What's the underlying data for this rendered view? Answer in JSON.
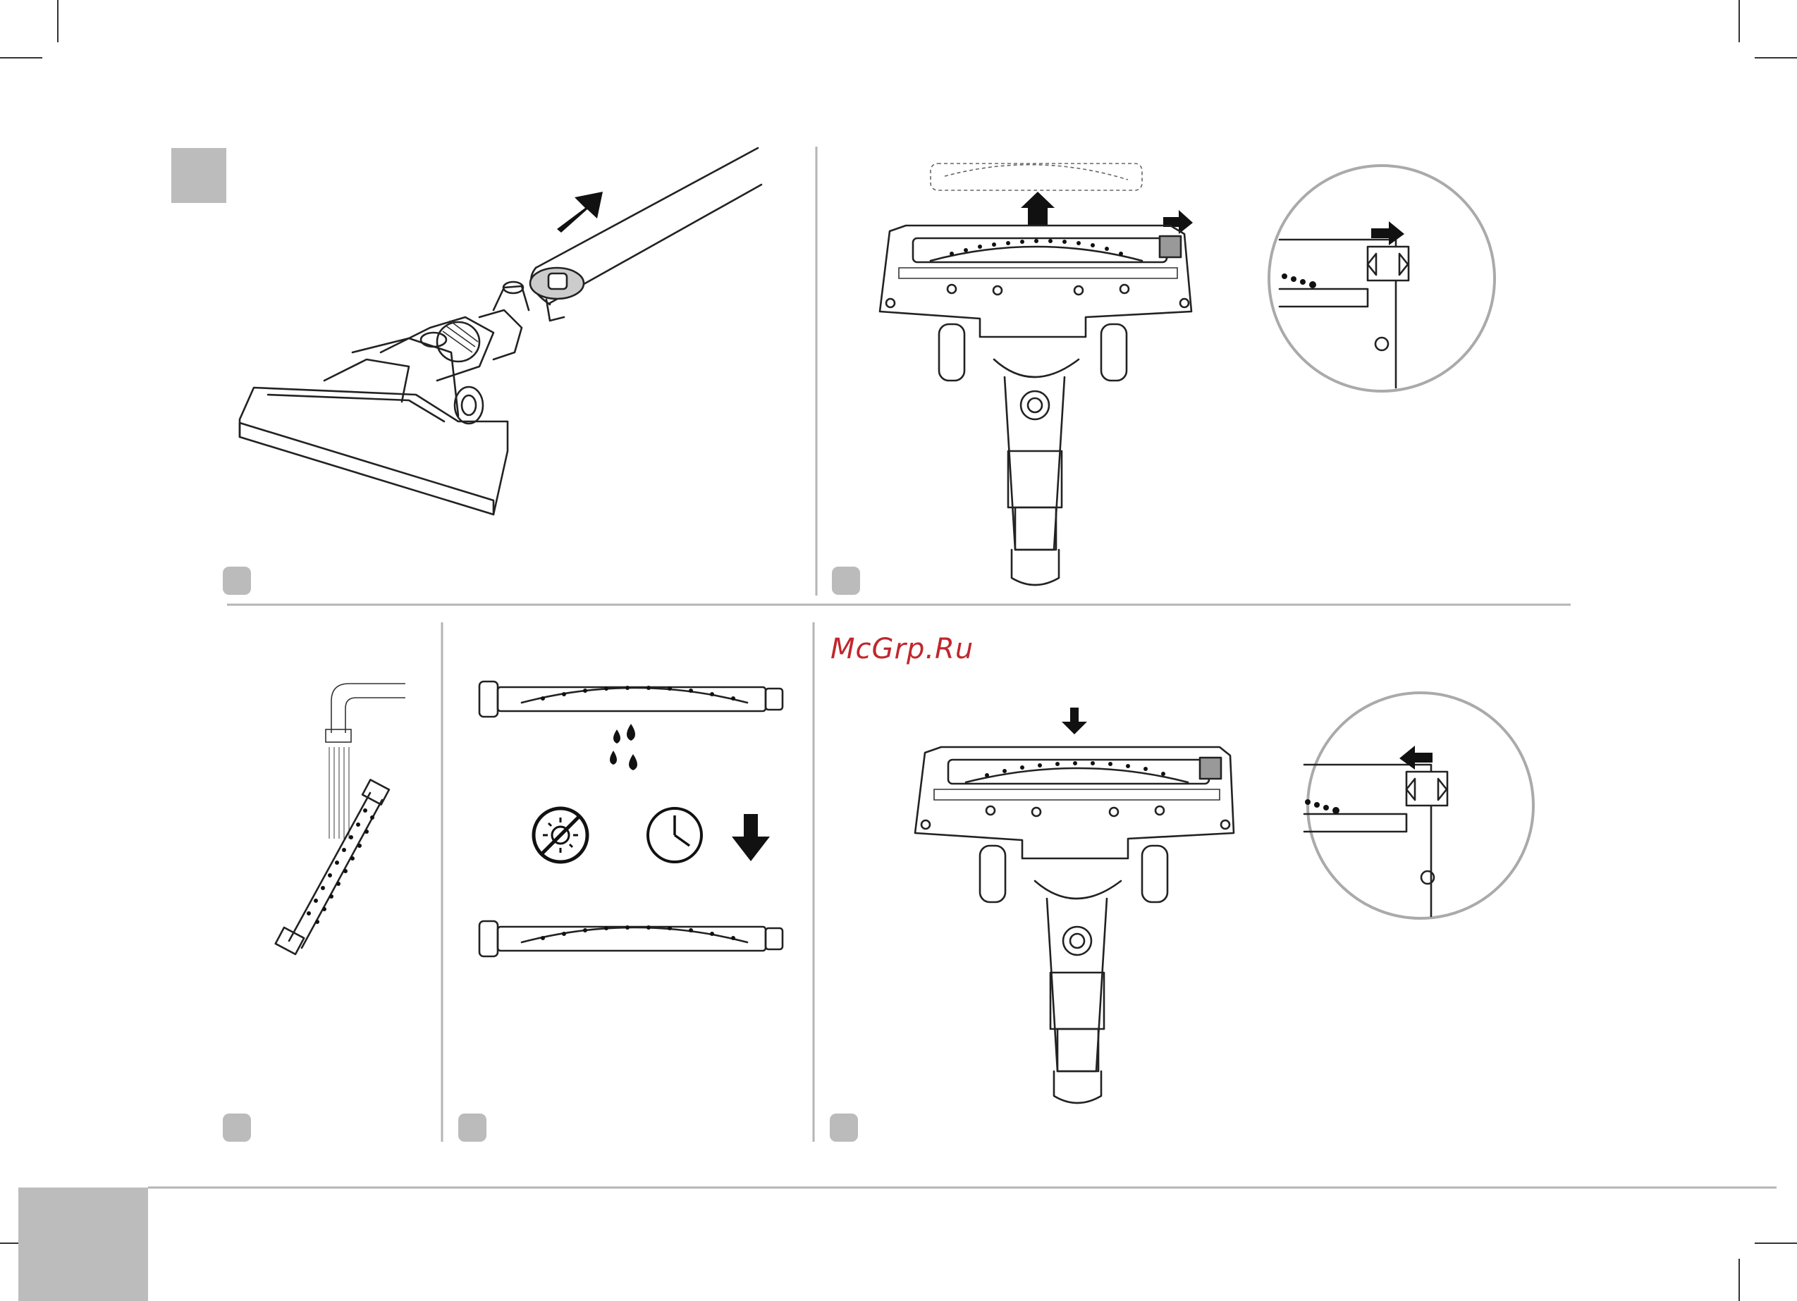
{
  "watermark": {
    "text": "McGrp.Ru",
    "color": "#c0272d"
  },
  "colors": {
    "gray_block": "#bcbcbc",
    "step_marker": "#bbbbbb",
    "divider": "#b5b5b5",
    "line_art": "#222222"
  },
  "icons": [
    "no-sun-icon",
    "clock-icon",
    "down-arrow-icon",
    "water-drops-icon",
    "faucet-icon",
    "lock-slider-icon"
  ],
  "panels": [
    {
      "id": "step-1",
      "content": "detach-nozzle-from-tube"
    },
    {
      "id": "step-2",
      "content": "unlock-and-remove-brush-roll"
    },
    {
      "id": "step-3",
      "content": "rinse-brush-under-tap"
    },
    {
      "id": "step-4",
      "content": "air-dry-away-from-sun"
    },
    {
      "id": "step-5",
      "content": "insert-brush-and-lock"
    }
  ]
}
